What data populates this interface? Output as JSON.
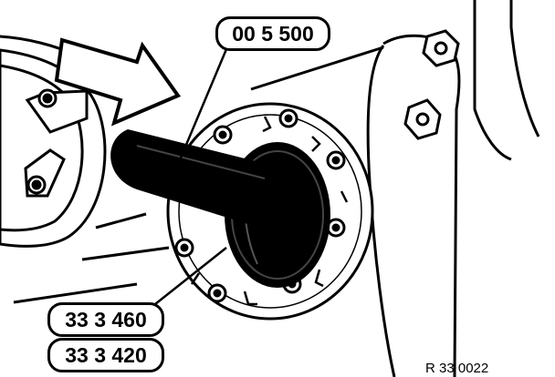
{
  "callouts": {
    "top": "00 5 500",
    "bottom_1": "33 3 460",
    "bottom_2": "33 3 420"
  },
  "reference": "R 33 0022",
  "colors": {
    "ink": "#000000",
    "paper": "#ffffff"
  }
}
